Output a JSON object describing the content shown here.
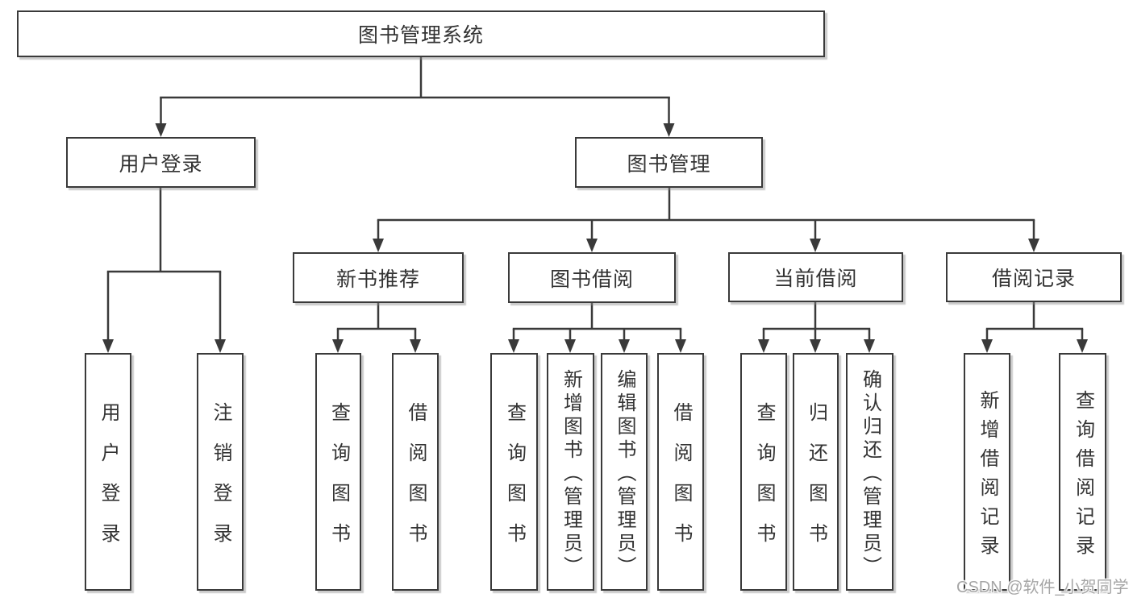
{
  "nodes": {
    "root": {
      "label": "图书管理系统"
    },
    "level2": [
      {
        "label": "用户登录"
      },
      {
        "label": "图书管理"
      }
    ],
    "level3": [
      {
        "label": "新书推荐"
      },
      {
        "label": "图书借阅"
      },
      {
        "label": "当前借阅"
      },
      {
        "label": "借阅记录"
      }
    ],
    "leaves": {
      "login": [
        "用户登录",
        "注销登录"
      ],
      "newbook": [
        "查询图书",
        "借阅图书"
      ],
      "borrow": [
        "查询图书",
        "新增图书（管理员）",
        "编辑图书（管理员）",
        "借阅图书"
      ],
      "current": [
        "查询图书",
        "归还图书",
        "确认归还（管理员）"
      ],
      "records": [
        "新增借阅记录",
        "查询借阅记录"
      ]
    }
  },
  "watermark": {
    "text": "CSDN @软件_小贺同学"
  },
  "colors": {
    "line": "#3a3a3a",
    "text": "#333333",
    "box_background": "#ffffff",
    "watermark": "#a6a6a6"
  }
}
